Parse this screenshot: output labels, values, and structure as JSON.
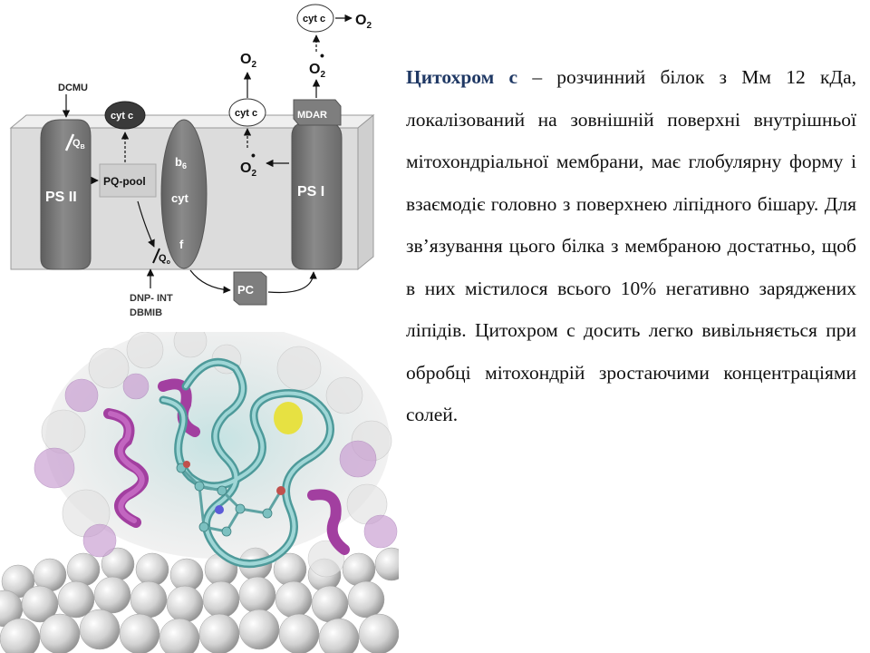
{
  "diagram": {
    "ps2_label": "PS II",
    "ps1_label": "PS I",
    "qb_label": "Q",
    "qb_sub": "B",
    "qo_label": "Q",
    "qo_sub": "o",
    "pq_pool_label": "PQ-pool",
    "cytc_left_label": "cyt c",
    "cytc_mid_label": "cyt c",
    "cytc_top_label": "cyt c",
    "b6f_b": "b",
    "b6f_b_sub": "6",
    "b6f_cyt": "cyt",
    "b6f_f": "f",
    "mdar_label": "MDAR",
    "pc_label": "PC",
    "dcmu_label": "DCMU",
    "inhibitor_label_1": "DNP- INT",
    "inhibitor_label_2": "DBMIB",
    "o2_label": "O",
    "o2_sub": "2",
    "superoxide_label": "O",
    "superoxide_sub": "2",
    "superoxide_sup": "•",
    "colors": {
      "protein_fill": "#7a7a7a",
      "membrane_fill": "#dcdcdc",
      "cytc_dark": "#3a3a3a"
    }
  },
  "protein_image": {
    "colors": {
      "helix": "#a23fa0",
      "backbone": "#6fb3b3",
      "surface": "#c9c9c9",
      "disulfide": "#e8e030"
    }
  },
  "text": {
    "term": "Цитохром с",
    "body": " – розчинний білок з Мм 12 кДа, локалізований на зовнішній поверхні внутрішньої мітохондріальної мембрани, має глобулярну форму і взаємодіє головно з поверхнею ліпідного бішару. Для зв’язування цього білка з мембраною достатньо, щоб в них містилося всього 10% негативно заряджених ліпідів. Цитохром с досить легко вивільняється при обробці мітохондрій зростаючими концентраціями солей."
  }
}
